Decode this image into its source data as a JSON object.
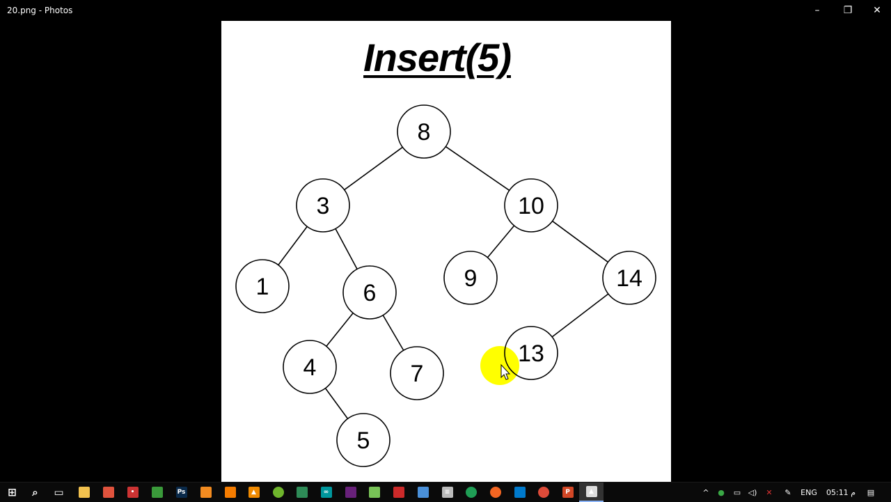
{
  "window": {
    "title": "20.png - Photos",
    "controls": {
      "minimize": "–",
      "restore": "❐",
      "close": "✕"
    }
  },
  "image": {
    "title": "Insert(5)",
    "tree": {
      "nodes": [
        {
          "id": "n8",
          "label": "8"
        },
        {
          "id": "n3",
          "label": "3"
        },
        {
          "id": "n10",
          "label": "10"
        },
        {
          "id": "n1",
          "label": "1"
        },
        {
          "id": "n6",
          "label": "6"
        },
        {
          "id": "n9",
          "label": "9"
        },
        {
          "id": "n14",
          "label": "14"
        },
        {
          "id": "n4",
          "label": "4"
        },
        {
          "id": "n7",
          "label": "7"
        },
        {
          "id": "n13",
          "label": "13"
        },
        {
          "id": "n5",
          "label": "5"
        }
      ],
      "edges": [
        [
          "n8",
          "n3"
        ],
        [
          "n8",
          "n10"
        ],
        [
          "n3",
          "n1"
        ],
        [
          "n3",
          "n6"
        ],
        [
          "n6",
          "n4"
        ],
        [
          "n6",
          "n7"
        ],
        [
          "n4",
          "n5"
        ],
        [
          "n10",
          "n9"
        ],
        [
          "n10",
          "n14"
        ],
        [
          "n14",
          "n13"
        ]
      ]
    },
    "cursor_highlight_color": "#ffff00"
  },
  "taskbar": {
    "apps": [
      {
        "name": "start-icon",
        "color": "#ffffff",
        "glyph": "⊞"
      },
      {
        "name": "search-icon",
        "color": "#ffffff",
        "glyph": "⌕"
      },
      {
        "name": "task-view-icon",
        "color": "#ffffff",
        "glyph": "▭"
      },
      {
        "name": "file-explorer-icon",
        "color": "#f2c14e",
        "glyph": ""
      },
      {
        "name": "app-icon-1",
        "color": "#e0533d",
        "glyph": ""
      },
      {
        "name": "app-icon-2",
        "color": "#cc3333",
        "glyph": "•"
      },
      {
        "name": "app-icon-3",
        "color": "#3a9a3a",
        "glyph": ""
      },
      {
        "name": "photoshop-icon",
        "color": "#0a2a4a",
        "glyph": "Ps"
      },
      {
        "name": "app-icon-4",
        "color": "#f28b20",
        "glyph": ""
      },
      {
        "name": "app-icon-5",
        "color": "#f57c00",
        "glyph": ""
      },
      {
        "name": "vlc-icon",
        "color": "#f08a00",
        "glyph": "▲"
      },
      {
        "name": "utorrent-icon",
        "color": "#6fb52c",
        "glyph": ""
      },
      {
        "name": "app-icon-6",
        "color": "#2e8b57",
        "glyph": ""
      },
      {
        "name": "arduino-icon",
        "color": "#00979d",
        "glyph": "∞"
      },
      {
        "name": "visual-studio-icon",
        "color": "#68217a",
        "glyph": ""
      },
      {
        "name": "android-icon",
        "color": "#78c257",
        "glyph": ""
      },
      {
        "name": "app-icon-7",
        "color": "#cc2a2a",
        "glyph": ""
      },
      {
        "name": "app-icon-8",
        "color": "#4a90d9",
        "glyph": ""
      },
      {
        "name": "app-icon-9",
        "color": "#bbbbbb",
        "glyph": "≡"
      },
      {
        "name": "app-icon-10",
        "color": "#1f9e55",
        "glyph": ""
      },
      {
        "name": "app-icon-11",
        "color": "#f26522",
        "glyph": ""
      },
      {
        "name": "vscode-icon",
        "color": "#007acc",
        "glyph": ""
      },
      {
        "name": "chrome-icon",
        "color": "#dd4b39",
        "glyph": ""
      },
      {
        "name": "powerpoint-icon",
        "color": "#d24726",
        "glyph": "P"
      },
      {
        "name": "photos-icon",
        "color": "#dddddd",
        "glyph": "▲",
        "active": true
      }
    ],
    "tray": {
      "language": "ENG",
      "clock": "05:11 م"
    }
  }
}
